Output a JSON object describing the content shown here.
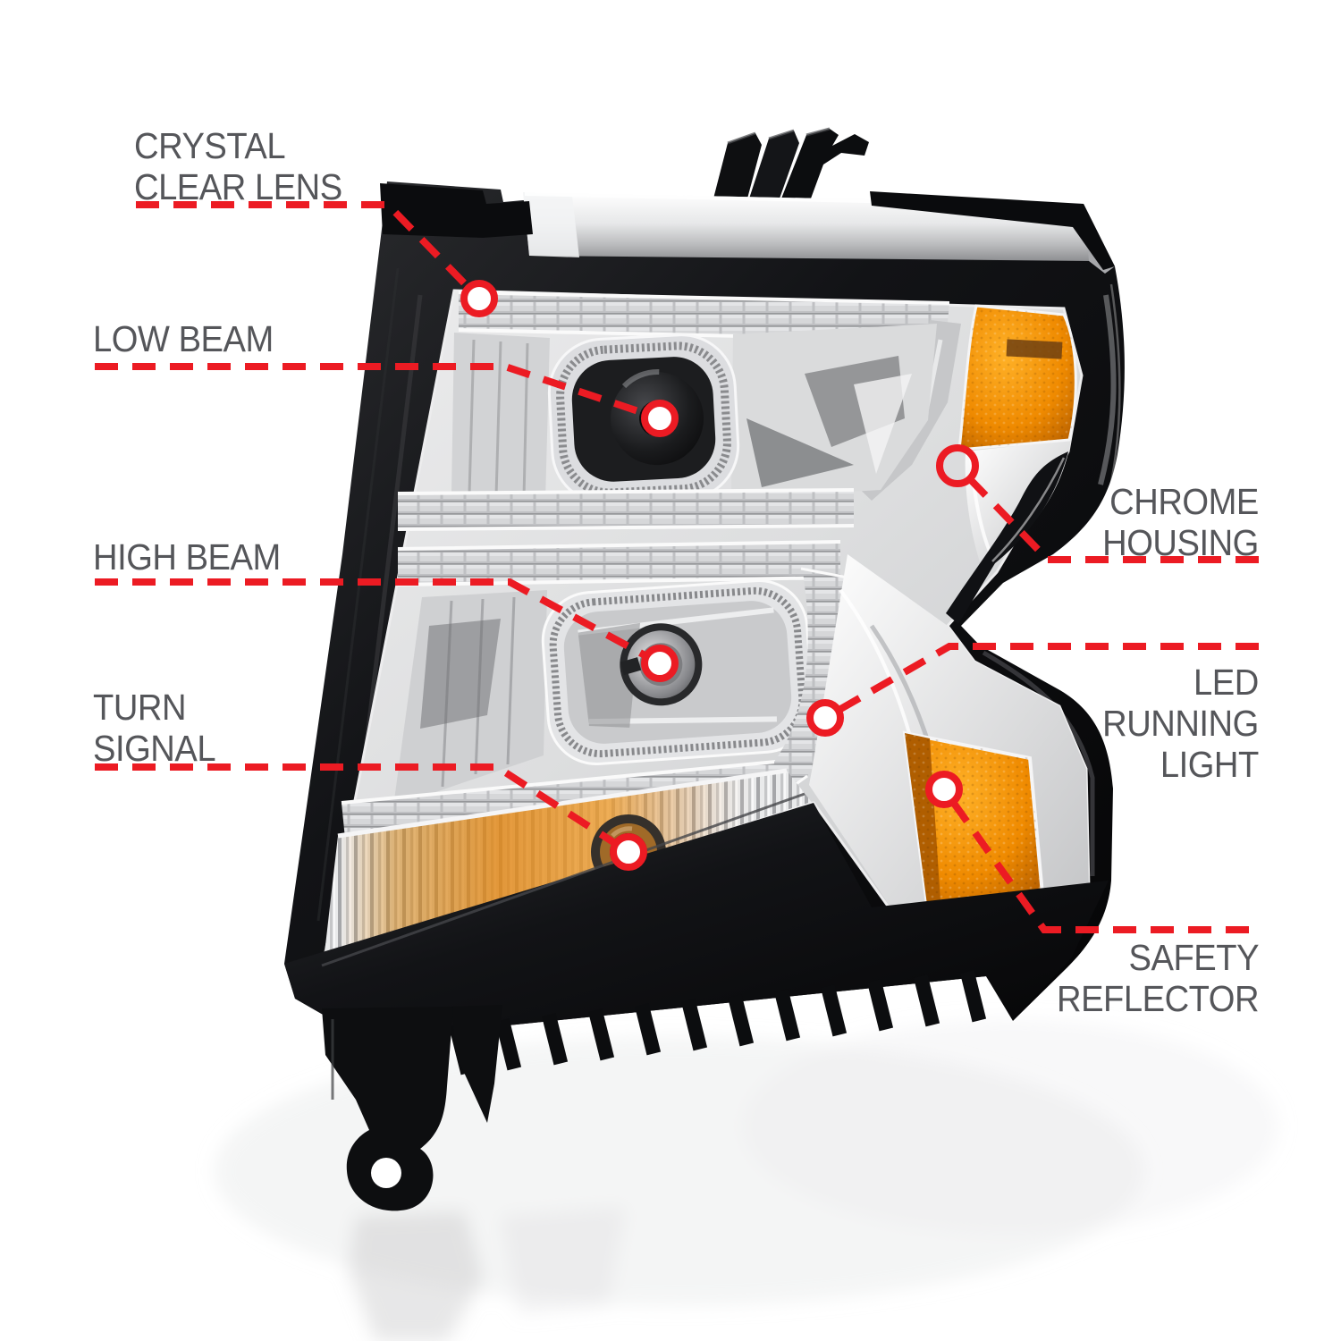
{
  "palette": {
    "accent_red": "#EC1B23",
    "label_gray": "#55565A",
    "amber": "#F08C00",
    "amber_deep": "#A85400",
    "chrome_light": "#F5F6F7",
    "chrome_dark": "#8E8F93",
    "housing_black": "#121316",
    "background": "#FFFFFF"
  },
  "callouts": {
    "crystal_clear_lens": {
      "label": "CRYSTAL\nCLEAR LENS"
    },
    "low_beam": {
      "label": "LOW BEAM"
    },
    "high_beam": {
      "label": "HIGH BEAM"
    },
    "turn_signal": {
      "label": "TURN\nSIGNAL"
    },
    "chrome_housing": {
      "label": "CHROME\nHOUSING"
    },
    "led_running_light": {
      "label": "LED\nRUNNING\nLIGHT"
    },
    "safety_reflector": {
      "label": "SAFETY\nREFLECTOR"
    }
  }
}
